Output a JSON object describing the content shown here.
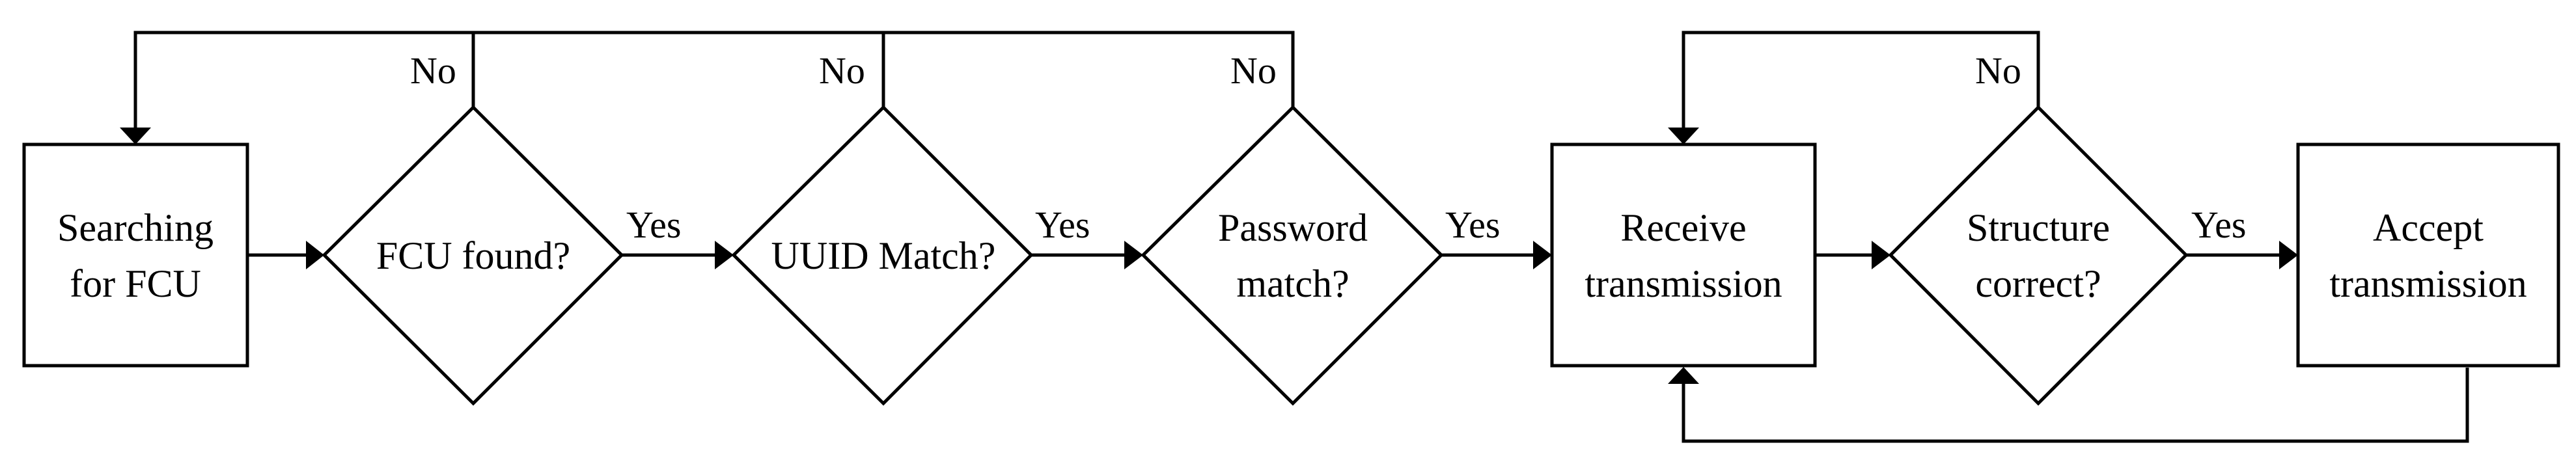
{
  "diagram": {
    "nodes": {
      "search": {
        "kind": "process",
        "lines": [
          "Searching",
          "for FCU"
        ]
      },
      "fcu_found": {
        "kind": "decision",
        "lines": [
          "FCU found?"
        ]
      },
      "uuid_match": {
        "kind": "decision",
        "lines": [
          "UUID Match?"
        ]
      },
      "password_match": {
        "kind": "decision",
        "lines": [
          "Password",
          "match?"
        ]
      },
      "receive": {
        "kind": "process",
        "lines": [
          "Receive",
          "transmission"
        ]
      },
      "structure_ok": {
        "kind": "decision",
        "lines": [
          "Structure",
          "correct?"
        ]
      },
      "accept": {
        "kind": "process",
        "lines": [
          "Accept",
          "transmission"
        ]
      }
    },
    "edges": {
      "search_to_fcu": {
        "from": "search",
        "to": "fcu_found",
        "label": ""
      },
      "fcu_yes": {
        "from": "fcu_found",
        "to": "uuid_match",
        "label": "Yes"
      },
      "uuid_yes": {
        "from": "uuid_match",
        "to": "password_match",
        "label": "Yes"
      },
      "password_yes": {
        "from": "password_match",
        "to": "receive",
        "label": "Yes"
      },
      "receive_to_structure": {
        "from": "receive",
        "to": "structure_ok",
        "label": ""
      },
      "structure_yes": {
        "from": "structure_ok",
        "to": "accept",
        "label": "Yes"
      },
      "fcu_no": {
        "from": "fcu_found",
        "to": "search",
        "label": "No"
      },
      "uuid_no": {
        "from": "uuid_match",
        "to": "search",
        "label": "No"
      },
      "password_no": {
        "from": "password_match",
        "to": "search",
        "label": "No"
      },
      "structure_no": {
        "from": "structure_ok",
        "to": "receive",
        "label": "No"
      },
      "accept_to_receive": {
        "from": "accept",
        "to": "receive",
        "label": ""
      }
    }
  }
}
